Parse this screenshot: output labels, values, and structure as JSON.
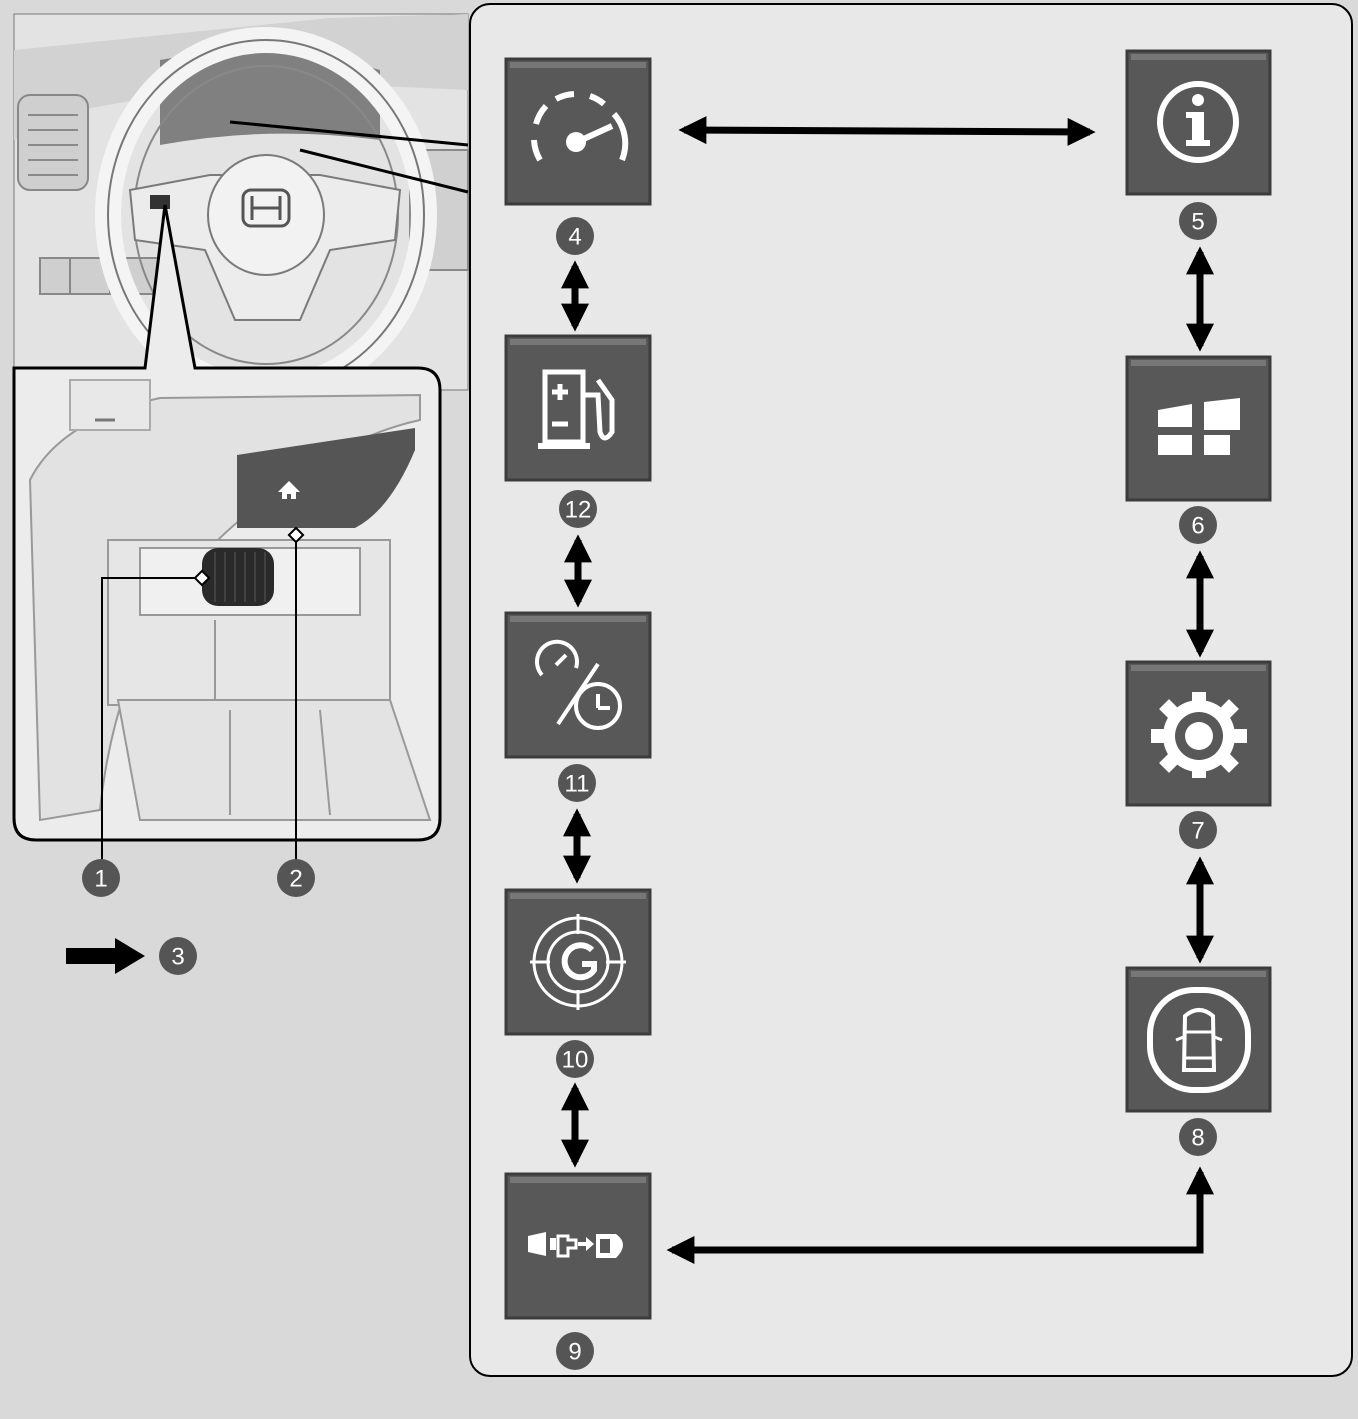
{
  "callouts": {
    "c1": "1",
    "c2": "2",
    "c3": "3",
    "c4": "4",
    "c5": "5",
    "c6": "6",
    "c7": "7",
    "c8": "8",
    "c9": "9",
    "c10": "10",
    "c11": "11",
    "c12": "12"
  },
  "icons": {
    "c4": "speedometer-icon",
    "c5": "info-icon",
    "c6": "split-screen-icon",
    "c7": "gear-icon",
    "c8": "car-top-view-icon",
    "c9": "seatbelt-reminder-icon",
    "c10": "g-force-icon",
    "c11": "speed-time-icon",
    "c12": "fuel-ev-charge-icon",
    "steering-home": "home-icon"
  },
  "colors": {
    "tile": "#585858",
    "tile_border": "#3c3c3c",
    "panel": "#e8e8e8",
    "badge": "#555555",
    "arrow": "#000000"
  }
}
